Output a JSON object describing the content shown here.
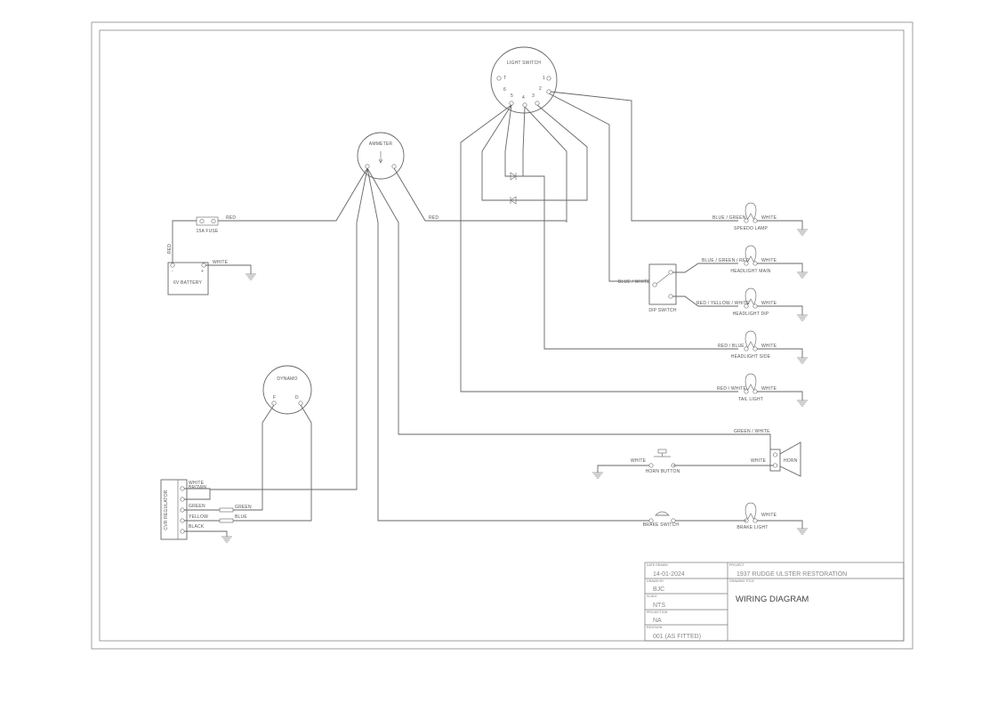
{
  "components": {
    "light_switch": {
      "title": "LIGHT SWITCH",
      "pin_t": "T",
      "pin_1": "1",
      "pin_6": "6",
      "pin_5": "5",
      "pin_4": "4",
      "pin_3": "3",
      "pin_2": "2"
    },
    "ammeter": {
      "title": "AMMETER"
    },
    "fuse": {
      "label": "15A FUSE"
    },
    "battery": {
      "label": "6V BATTERY",
      "neg": "-",
      "pos": "+"
    },
    "dynamo": {
      "title": "DYNAMO",
      "pin_f": "F",
      "pin_d": "D"
    },
    "regulator": {
      "label": "CVR REGULATOR"
    },
    "dip_switch": {
      "label": "DIP SWITCH"
    },
    "horn": {
      "label": "HORN"
    },
    "horn_button": {
      "label": "HORN BUTTON"
    },
    "brake_switch": {
      "label": "BRAKE SWITCH"
    }
  },
  "lamps": [
    {
      "name": "SPEEDO LAMP",
      "in_wire": "BLUE / GREEN",
      "out_wire": "WHITE"
    },
    {
      "name": "HEADLIGHT MAIN",
      "in_wire": "BLUE / GREEN / RED",
      "out_wire": "WHITE"
    },
    {
      "name": "HEADLIGHT DIP",
      "in_wire": "RED / YELLOW / WHITE",
      "out_wire": "WHITE"
    },
    {
      "name": "HEADLIGHT SIDE",
      "in_wire": "RED / BLUE",
      "out_wire": "WHITE"
    },
    {
      "name": "TAIL LIGHT",
      "in_wire": "RED / WHITE",
      "out_wire": "WHITE"
    },
    {
      "name": "BRAKE LIGHT",
      "in_wire": "",
      "out_wire": "WHITE"
    }
  ],
  "wires": {
    "fuse_red": "RED",
    "battery_red": "RED",
    "battery_white": "WHITE",
    "ammeter_red": "RED",
    "dip_blue_white": "BLUE / WHITE",
    "horn_green_white": "GREEN / WHITE",
    "horn_white": "WHITE",
    "horn_button_white": "WHITE",
    "reg_white": "WHITE",
    "reg_brown": "BROWN",
    "reg_green": "GREEN",
    "reg_green_2": "GREEN",
    "reg_yellow": "YELLOW",
    "reg_blue": "BLUE",
    "reg_black": "BLACK"
  },
  "title_block": {
    "date_drawn_label": "DATE DRAWN",
    "date_drawn": "14-01-2024",
    "drawn_by_label": "DRAWN BY",
    "drawn_by": "BJC",
    "scale_label": "SCALE",
    "scale": "NTS",
    "projection_label": "PROJECTION",
    "projection": "NA",
    "revision_label": "REVISION",
    "revision": "001 (AS FITTED)",
    "project_label": "PROJECT",
    "project": "1937 RUDGE ULSTER RESTORATION",
    "drawing_title_label": "DRAWING TITLE",
    "drawing_title": "WIRING DIAGRAM"
  }
}
